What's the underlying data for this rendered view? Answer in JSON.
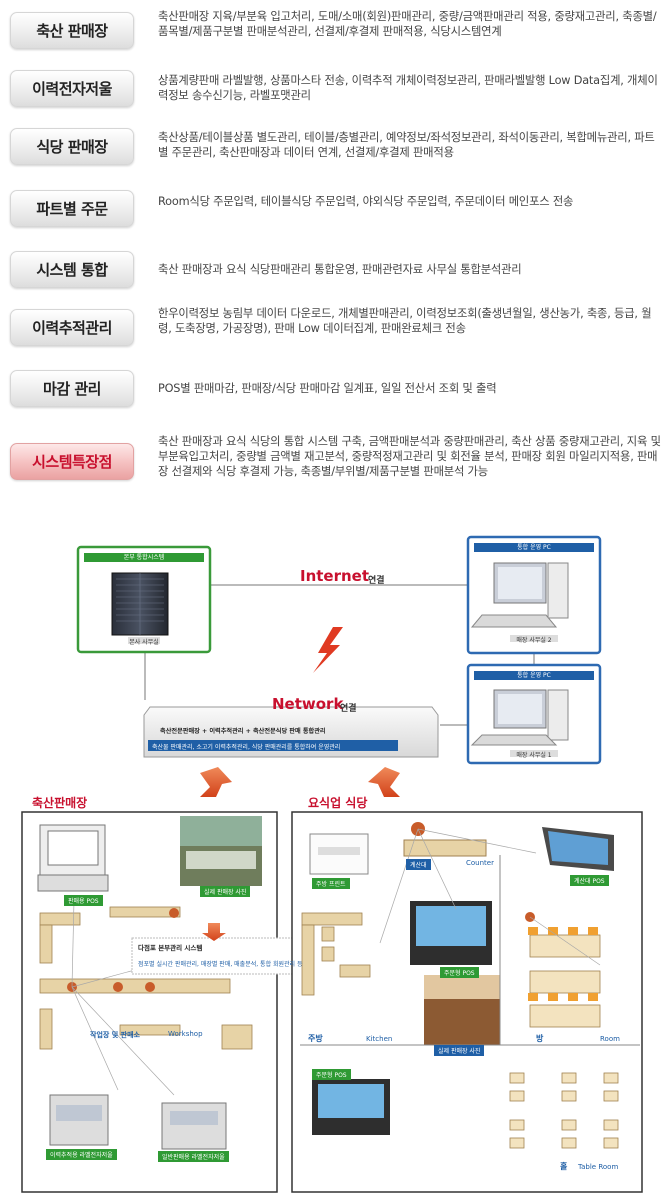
{
  "features": [
    {
      "label": "축산 판매장",
      "desc": "축산판매장 지육/부분육 입고처리, 도매/소매(회원)판매관리, 중량/금액판매관리 적용, 중량재고관리, 축종별/품목별/제품구분별 판매분석관리, 선결제/후결제 판매적용, 식당시스템연계",
      "highlight": false
    },
    {
      "label": "이력전자저울",
      "desc": "상품계량판매 라벨발행, 상품마스타 전송, 이력추적 개체이력정보관리, 판매라벨발행 Low Data집계, 개체이력정보 송수신기능, 라벨포맷관리",
      "highlight": false
    },
    {
      "label": "식당 판매장",
      "desc": "축산상품/테이블상품 별도관리, 테이블/층별관리, 예약정보/좌석정보관리, 좌석이동관리, 복합메뉴관리, 파트별 주문관리, 축산판매장과 데이터 연계, 선결제/후결제 판매적용",
      "highlight": false
    },
    {
      "label": "파트별 주문",
      "desc": "Room식당 주문입력, 테이블식당 주문입력, 야외식당 주문입력, 주문데이터 메인포스 전송",
      "highlight": false
    },
    {
      "label": "시스템 통합",
      "desc": "축산 판매장과 요식 식당판매관리 통합운영, 판매관련자료 사무실 통합분석관리",
      "highlight": false
    },
    {
      "label": "이력추적관리",
      "desc": "한우이력정보 농림부 데이터 다운로드, 개체별판매관리, 이력정보조회(출생년월일, 생산농가, 축종, 등급, 월령, 도축장명, 가공장명), 판매 Low 데이터집계, 판매완료체크 전송",
      "highlight": false
    },
    {
      "label": "마감 관리",
      "desc": "POS별 판매마감, 판매장/식당 판매마감 일계표, 일일 전산서 조회 및 출력",
      "highlight": false
    },
    {
      "label": "시스템특장점",
      "desc": "축산 판매장과 요식 식당의 통합 시스템 구축, 금액판매분석과 중량판매관리, 축산 상품 중량재고관리, 지육 및 부분육입고처리, 중량별 금액별 재고분석, 중량적정재고관리 및 회전율 분석, 판매장 회원 마일리지적용, 판매장 선결제와 식당 후결제 가능, 축종별/부위별/제품구분별 판매분석 가능",
      "highlight": true
    }
  ],
  "diagram": {
    "hq_header": "본부 통합시스템",
    "hq_caption": "본사 사무실",
    "pc_header_1": "통합 운영 PC",
    "pc_caption_1": "매장 사무실 2",
    "pc_header_2": "통합 운영 PC",
    "pc_caption_2": "매장 사무실 1",
    "internet_label": "Internet",
    "internet_suffix": "연결",
    "network_label": "Network",
    "network_suffix": "연결",
    "banner_title": "축산전문판매장 + 이력추적관리 + 축산전문식당 판매 통합관리",
    "banner_sub": "축산물 판매관리, 소고기 이력추적관리, 식당 판매관리를 통합하여 운영관리",
    "left_section": "축산판매장",
    "right_section": "요식업 식당",
    "store_photo": "실제 판매장 사진",
    "sales_pos": "판매용 POS",
    "multistore_title": "다점포 본부관리 시스템",
    "multistore_desc": "점포별 실시간 판매관리, 매장별 판매, 매출분석, 통합 회원관리 등",
    "workshop": "작업장 및 판매소",
    "workshop_en": "Workshop",
    "scale_trace": "이력추적용 라벨전자저울",
    "scale_general": "일반판매용 라벨전자저울",
    "kitchen_printer": "주방 프린트",
    "counter": "계산대",
    "counter_en": "Counter",
    "order_pos_1": "주문형 POS",
    "order_pos_2": "주문형 POS",
    "counter_pos": "계산대 POS",
    "kitchen": "주방",
    "kitchen_en": "Kitchen",
    "rest_photo": "실제 판매장 사진",
    "room": "방",
    "room_en": "Room",
    "hall": "홀",
    "hall_en": "Table Room"
  }
}
